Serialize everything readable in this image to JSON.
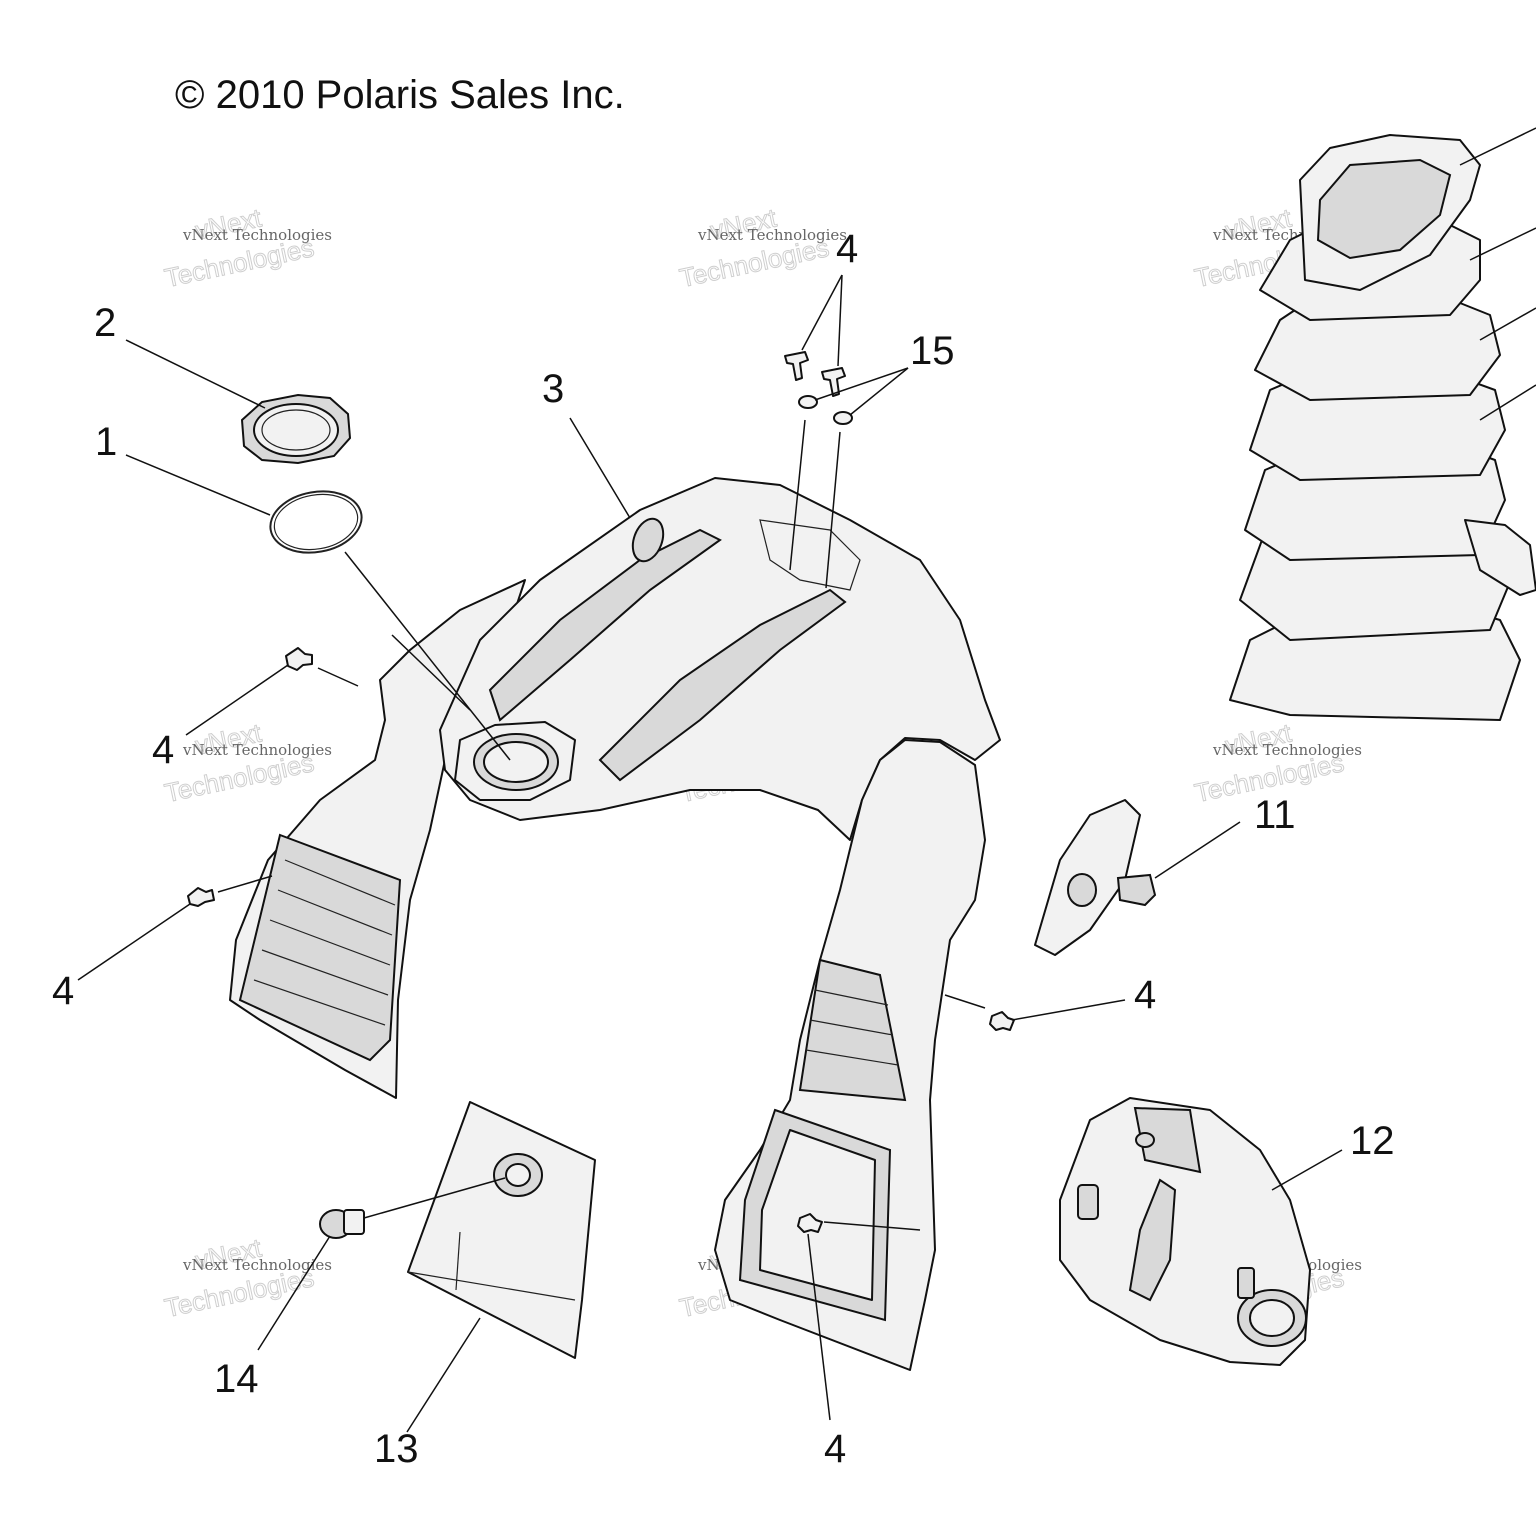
{
  "copyright": "© 2010 Polaris Sales Inc.",
  "watermark": {
    "line1": "vNext Technologies",
    "line2": "vNext",
    "line3": "Technologies"
  },
  "callouts": {
    "c1": "1",
    "c2": "2",
    "c3": "3",
    "c4a": "4",
    "c4b": "4",
    "c4c": "4",
    "c4d": "4",
    "c4e": "4",
    "c11": "11",
    "c12": "12",
    "c13": "13",
    "c14": "14",
    "c15": "15"
  }
}
